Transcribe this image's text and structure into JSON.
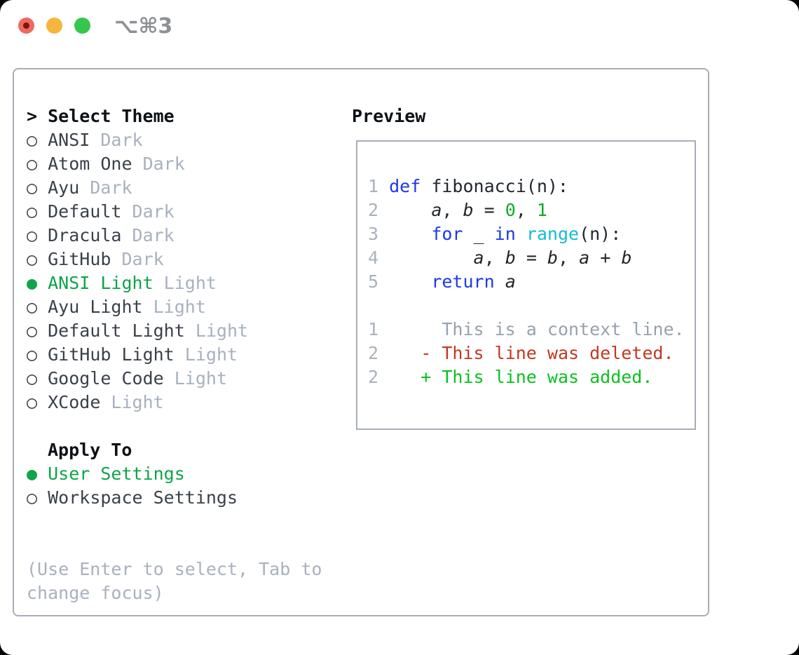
{
  "window": {
    "title": "⌥⌘3"
  },
  "icons": {
    "radio_selected": "●",
    "radio_unselected": "○",
    "cursor": ">"
  },
  "colors": {
    "window_bg": "#ffffff",
    "border": "#a8aeb8",
    "titlebar_text": "#8d9095",
    "traffic_red": "#ee6a5f",
    "traffic_red_dot": "#7e150b",
    "traffic_yellow": "#f5b63e",
    "traffic_green": "#34c74c",
    "header_text": "#0d1115",
    "item_text": "#3a4149",
    "muted": "#a8b1bd",
    "selected_green": "#0ea449",
    "keyword_blue": "#1b39e8",
    "builtin_cyan": "#14bcd6",
    "literal_green": "#0cad25",
    "diff_red": "#c1391f",
    "diff_green": "#0cc11e",
    "line_number": "#a9b2bc",
    "context_gray": "#98a2ac",
    "code_text": "#22272d"
  },
  "theme_selector": {
    "header": "Select Theme",
    "items": [
      {
        "name": "ANSI",
        "variant": "Dark",
        "selected": false
      },
      {
        "name": "Atom One",
        "variant": "Dark",
        "selected": false
      },
      {
        "name": "Ayu",
        "variant": "Dark",
        "selected": false
      },
      {
        "name": "Default",
        "variant": "Dark",
        "selected": false
      },
      {
        "name": "Dracula",
        "variant": "Dark",
        "selected": false
      },
      {
        "name": "GitHub",
        "variant": "Dark",
        "selected": false
      },
      {
        "name": "ANSI Light",
        "variant": "Light",
        "selected": true
      },
      {
        "name": "Ayu Light",
        "variant": "Light",
        "selected": false
      },
      {
        "name": "Default Light",
        "variant": "Light",
        "selected": false
      },
      {
        "name": "GitHub Light",
        "variant": "Light",
        "selected": false
      },
      {
        "name": "Google Code",
        "variant": "Light",
        "selected": false
      },
      {
        "name": "XCode",
        "variant": "Light",
        "selected": false
      }
    ]
  },
  "apply_to": {
    "header": "Apply To",
    "options": [
      {
        "label": "User Settings",
        "selected": true
      },
      {
        "label": "Workspace Settings",
        "selected": false
      }
    ]
  },
  "help_text": "(Use Enter to select, Tab to change focus)",
  "preview": {
    "header": "Preview",
    "lines": [
      {
        "name": "code-line-1",
        "segments": [
          {
            "t": "1 ",
            "s": "ln"
          },
          {
            "t": "def",
            "s": "kw"
          },
          {
            "t": " fibonacci(n):",
            "s": "tx"
          }
        ]
      },
      {
        "name": "code-line-2",
        "segments": [
          {
            "t": "2 ",
            "s": "ln"
          },
          {
            "t": "    ",
            "s": "tx"
          },
          {
            "t": "a",
            "s": "var"
          },
          {
            "t": ", ",
            "s": "tx"
          },
          {
            "t": "b",
            "s": "var"
          },
          {
            "t": " = ",
            "s": "tx"
          },
          {
            "t": "0",
            "s": "num"
          },
          {
            "t": ", ",
            "s": "tx"
          },
          {
            "t": "1",
            "s": "num"
          }
        ]
      },
      {
        "name": "code-line-3",
        "segments": [
          {
            "t": "3 ",
            "s": "ln"
          },
          {
            "t": "    ",
            "s": "tx"
          },
          {
            "t": "for",
            "s": "kw"
          },
          {
            "t": " _ ",
            "s": "tx"
          },
          {
            "t": "in",
            "s": "kw"
          },
          {
            "t": " ",
            "s": "tx"
          },
          {
            "t": "range",
            "s": "bi"
          },
          {
            "t": "(n):",
            "s": "tx"
          }
        ]
      },
      {
        "name": "code-line-4",
        "segments": [
          {
            "t": "4 ",
            "s": "ln"
          },
          {
            "t": "        ",
            "s": "tx"
          },
          {
            "t": "a",
            "s": "var"
          },
          {
            "t": ", ",
            "s": "tx"
          },
          {
            "t": "b",
            "s": "var"
          },
          {
            "t": " = ",
            "s": "tx"
          },
          {
            "t": "b",
            "s": "var"
          },
          {
            "t": ", ",
            "s": "tx"
          },
          {
            "t": "a",
            "s": "var"
          },
          {
            "t": " + ",
            "s": "tx"
          },
          {
            "t": "b",
            "s": "var"
          }
        ]
      },
      {
        "name": "code-line-5",
        "segments": [
          {
            "t": "5 ",
            "s": "ln"
          },
          {
            "t": "    ",
            "s": "tx"
          },
          {
            "t": "return",
            "s": "kw"
          },
          {
            "t": " ",
            "s": "tx"
          },
          {
            "t": "a",
            "s": "var"
          }
        ]
      },
      {
        "name": "blank-line",
        "segments": []
      },
      {
        "name": "diff-line-context",
        "segments": [
          {
            "t": "1",
            "s": "ln"
          },
          {
            "t": "      ",
            "s": "tx"
          },
          {
            "t": "This is a context line.",
            "s": "ctx"
          }
        ]
      },
      {
        "name": "diff-line-deleted",
        "segments": [
          {
            "t": "2",
            "s": "ln"
          },
          {
            "t": "    ",
            "s": "tx"
          },
          {
            "t": "- This line was deleted.",
            "s": "del"
          }
        ]
      },
      {
        "name": "diff-line-added",
        "segments": [
          {
            "t": "2",
            "s": "ln"
          },
          {
            "t": "    ",
            "s": "tx"
          },
          {
            "t": "+ This line was added.",
            "s": "add"
          }
        ]
      }
    ]
  }
}
